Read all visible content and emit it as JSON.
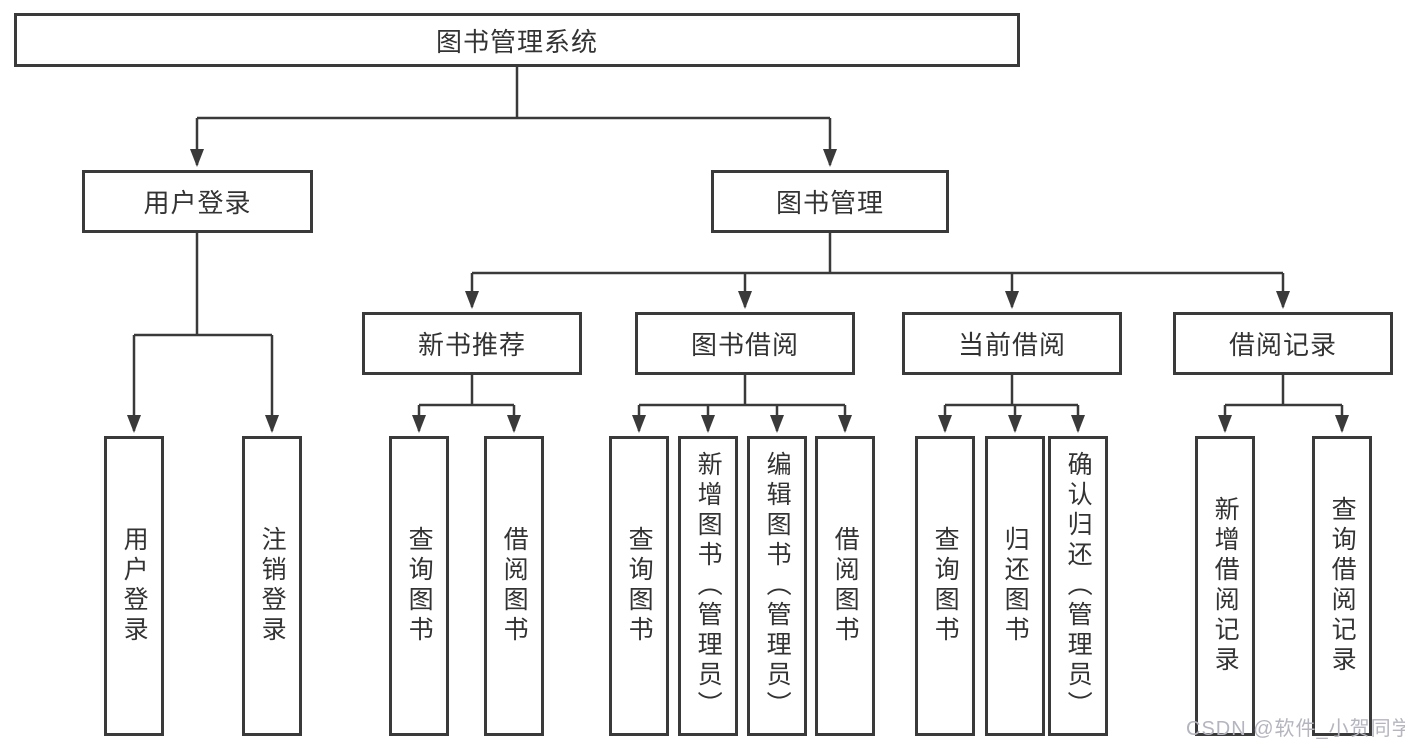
{
  "diagram": {
    "title": "图书管理系统",
    "branches": [
      {
        "label": "用户登录",
        "children": [
          {
            "label": "用户登录"
          },
          {
            "label": "注销登录"
          }
        ]
      },
      {
        "label": "图书管理",
        "children": [
          {
            "label": "新书推荐",
            "children": [
              {
                "label": "查询图书"
              },
              {
                "label": "借阅图书"
              }
            ]
          },
          {
            "label": "图书借阅",
            "children": [
              {
                "label": "查询图书"
              },
              {
                "label": "新增图书（管理员）"
              },
              {
                "label": "编辑图书（管理员）"
              },
              {
                "label": "借阅图书"
              }
            ]
          },
          {
            "label": "当前借阅",
            "children": [
              {
                "label": "查询图书"
              },
              {
                "label": "归还图书"
              },
              {
                "label": "确认归还（管理员）"
              }
            ]
          },
          {
            "label": "借阅记录",
            "children": [
              {
                "label": "新增借阅记录"
              },
              {
                "label": "查询借阅记录"
              }
            ]
          }
        ]
      }
    ]
  },
  "watermark": {
    "text": "CSDN @软件_小贺同学",
    "color": "#b4b5bf"
  },
  "colors": {
    "line": "#3a3a3a",
    "text": "#333333",
    "background": "#ffffff"
  }
}
